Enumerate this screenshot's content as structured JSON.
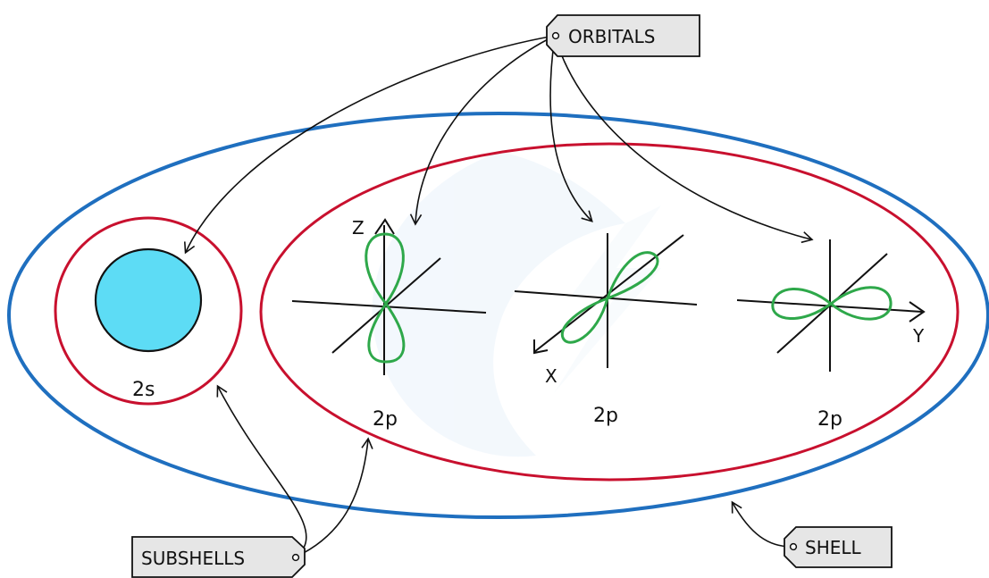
{
  "tags": {
    "orbitals": "ORBITALS",
    "subshells": "SUBSHELLS",
    "shell": "SHELL"
  },
  "labels": {
    "s_orbital": "2s",
    "p_orbital_z": "2p",
    "p_orbital_x": "2p",
    "p_orbital_y": "2p"
  },
  "axes": {
    "z": "Z",
    "x": "X",
    "y": "Y"
  },
  "colors": {
    "shell": "#1f6fbf",
    "subshell": "#c8102e",
    "s_orbital_fill": "#5ddcf5",
    "p_orbital": "#2ea84a",
    "ink": "#111111",
    "tag_fill": "#e6e6e6",
    "watermark": "#eaf3fb"
  }
}
